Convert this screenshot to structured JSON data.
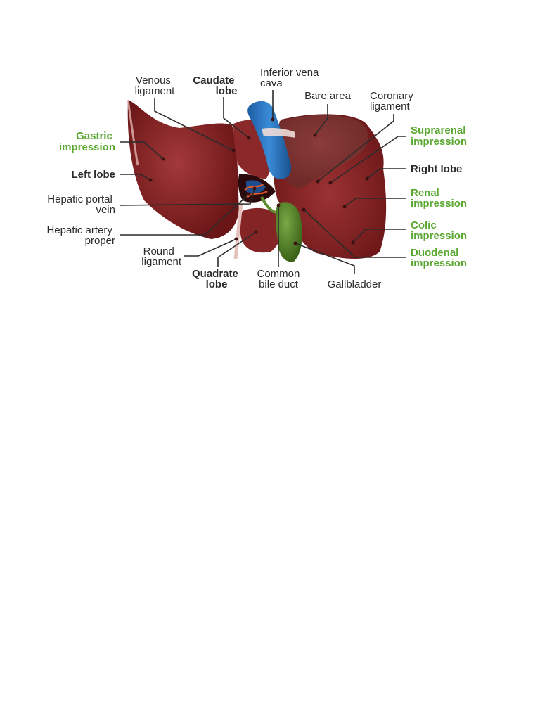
{
  "colors": {
    "liver": "#7e1e1e",
    "liver_light": "#a3393a",
    "vena_cava": "#1f6bb5",
    "gallbladder": "#4d7a22",
    "accent_green": "#5aa832",
    "text": "#2b2b2b"
  },
  "labels": {
    "venous_ligament": [
      "Venous",
      "ligament"
    ],
    "caudate_lobe": [
      "Caudate",
      "lobe"
    ],
    "inferior_vena_cava": [
      "Inferior vena",
      "cava"
    ],
    "bare_area": [
      "Bare area"
    ],
    "coronary_ligament": [
      "Coronary",
      "ligament"
    ],
    "gastric_impression": [
      "Gastric",
      "impression"
    ],
    "suprarenal_impression": [
      "Suprarenal",
      "impression"
    ],
    "left_lobe": [
      "Left lobe"
    ],
    "right_lobe": [
      "Right lobe"
    ],
    "hepatic_portal_vein": [
      "Hepatic portal",
      "vein"
    ],
    "renal_impression": [
      "Renal",
      "impression"
    ],
    "hepatic_artery_proper": [
      "Hepatic artery",
      "proper"
    ],
    "colic_impression": [
      "Colic",
      "impression"
    ],
    "round_ligament": [
      "Round",
      "ligament"
    ],
    "duodenal_impression": [
      "Duodenal",
      "impression"
    ],
    "quadrate_lobe": [
      "Quadrate",
      "lobe"
    ],
    "common_bile_duct": [
      "Common",
      "bile duct"
    ],
    "gallbladder": [
      "Gallbladder"
    ]
  }
}
